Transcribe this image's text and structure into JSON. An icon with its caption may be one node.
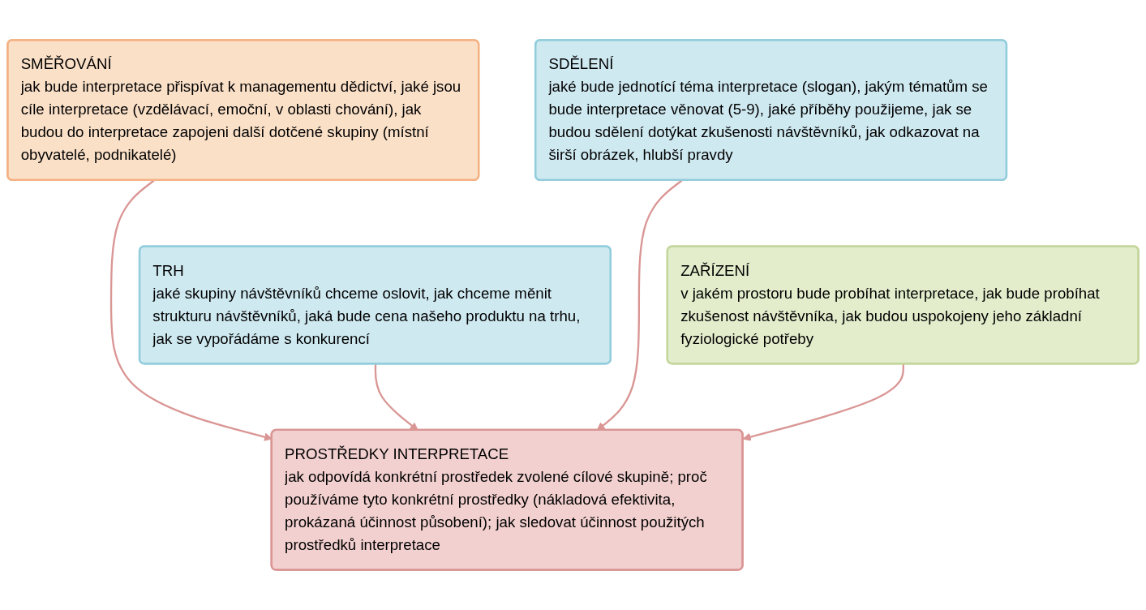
{
  "diagram": {
    "nodes": [
      {
        "text": [
          "SMĚŘOVÁNÍ",
          "jak bude interpretace přispívat k managementu dědictví, jaké jsou cíle interpretace (vzdělávací, emoční, v oblasti chování), jak budou do interpretace zapojeni další dotčené skupiny (místní obyvatelé, podnikatelé)"
        ]
      },
      {
        "text": [
          "SDĚLENÍ",
          "jaké bude jednotící téma interpretace (slogan), jakým tématům se bude interpretace věnovat (5-9), jaké příběhy použijeme, jak se budou sdělení dotýkat zkušenosti návštěvníků, jak odkazovat na širší obrázek, hlubší pravdy"
        ]
      },
      {
        "text": [
          "TRH",
          "jaké skupiny návštěvníků chceme oslovit, jak chceme měnit strukturu návštěvníků, jaká bude cena našeho produktu na trhu, jak se vypořádáme s konkurencí"
        ]
      },
      {
        "text": [
          "ZAŘÍZENÍ",
          "v jakém prostoru bude probíhat interpretace, jak bude probíhat zkušenost návštěvníka, jak budou uspokojeny jeho základní fyziologické potřeby"
        ]
      },
      {
        "text": [
          "PROSTŘEDKY INTERPRETACE",
          "jak odpovídá konkrétní prostředek zvolené cílové skupině; proč používáme tyto konkrétní prostředky (nákladová efektivita, prokázaná účinnost působení); jak sledovat účinnost použitých prostředků interpretace"
        ]
      }
    ],
    "edges": [
      {
        "from": 0,
        "to": 4,
        "arrow": "to"
      },
      {
        "from": 1,
        "to": 4,
        "arrow": "to"
      },
      {
        "from": 2,
        "to": 4,
        "arrow": "to"
      },
      {
        "from": 3,
        "to": 4,
        "arrow": "to"
      }
    ]
  }
}
